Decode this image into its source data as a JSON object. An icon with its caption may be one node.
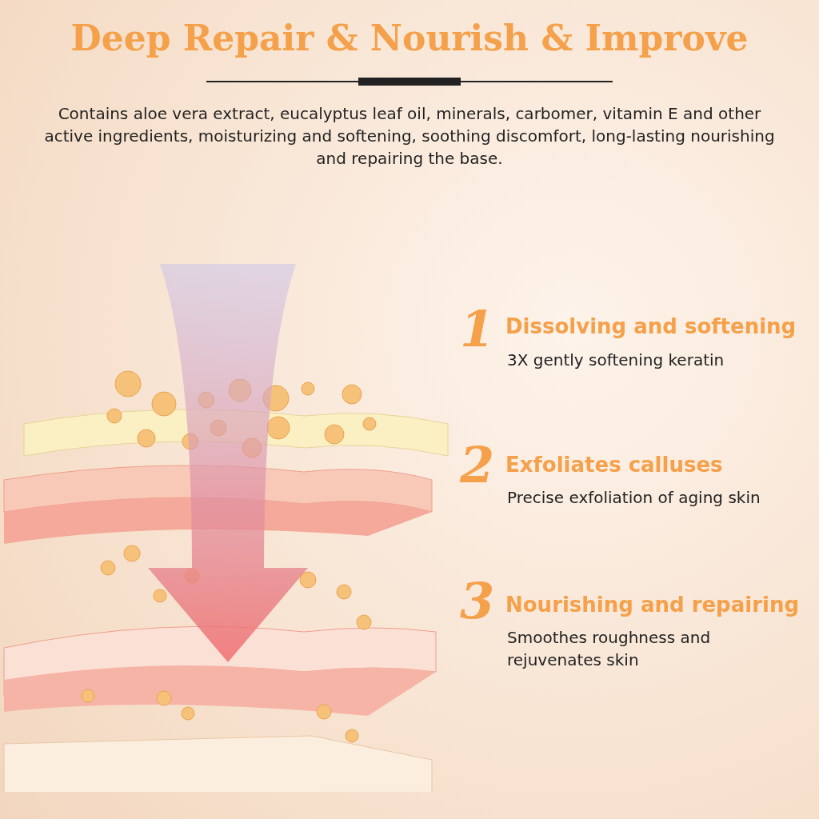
{
  "diagram": {
    "title": "Deep Repair & Nourish & Improve",
    "labels": [
      "Contains aloe vera extract, eucalyptus leaf oil, minerals, carbomer, vitamin E and other active ingredients, moisturizing and softening, soothing discomfort, long-lasting nourishing and repairing the base.",
      "1",
      "Dissolving and softening",
      "3X gently softening keratin",
      "2",
      "Exfoliates calluses",
      "Precise exfoliation of aging skin",
      "3",
      "Nourishing and repairing",
      "Smoothes roughness and rejuvenates skin"
    ]
  }
}
